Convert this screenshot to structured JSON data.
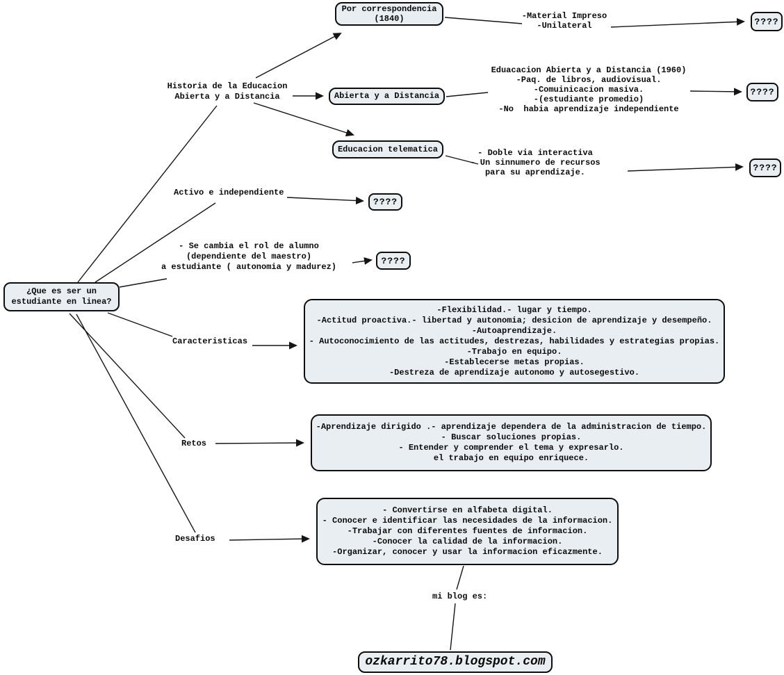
{
  "root": {
    "label": "¿Que es ser un\nestudiante en linea?"
  },
  "history": {
    "label": "Historia de la Educacion\nAbierta y a Distancia",
    "branches": {
      "correspondence": {
        "box": "Por correspondencia\n(1840)",
        "notes": "-Material Impreso\n-Unilateral",
        "target": "????"
      },
      "distance": {
        "box": "Abierta y a Distancia",
        "notes": "Eduacacion Abierta y a Distancia (1960)\n-Paq. de libros, audiovisual.\n-Comuinicacion masiva.\n-(estudiante promedio)\n-No  habia aprendizaje independiente",
        "target": "????"
      },
      "telematic": {
        "box": "Educacion telematica",
        "notes": "- Doble via interactiva\n- Un sinnumero de recursos\npara su aprendizaje.",
        "target": "????"
      }
    }
  },
  "active": {
    "label": "Activo e independiente",
    "target": "????"
  },
  "role_change": {
    "notes": "- Se cambia el rol de alumno\n(dependiente del maestro)\na estudiante ( autonomia y madurez)",
    "target": "????"
  },
  "characteristics": {
    "label": "Caracteristicas",
    "notes": "-Flexibilidad.- lugar y tiempo.\n-Actitud proactiva.- libertad y autonomia; desicion de aprendizaje y desempeño.\n-Autoaprendizaje.\n- Autoconocimiento de las actitudes, destrezas, habilidades y estrategias propias.\n-Trabajo en equipo.\n-Establecerse metas propias.\n-Destreza de aprendizaje autonomo y autosegestivo."
  },
  "retos": {
    "label": "Retos",
    "notes": "-Aprendizaje dirigido .- aprendizaje dependera de la administracion de tiempo.\n- Buscar soluciones propias.\n- Entender y comprender el tema y expresarlo.\nel trabajo en equipo enriquece."
  },
  "desafios": {
    "label": "Desafios",
    "notes": "- Convertirse en alfabeta digital.\n- Conocer e identificar las necesidades de la informacion.\n-Trabajar con diferentes fuentes de informacion.\n-Conocer la calidad de la informacion.\n-Organizar, conocer y usar la informacion eficazmente."
  },
  "blog": {
    "label": "mi blog es:",
    "url": "ozkarrito78.blogspot.com"
  },
  "colors": {
    "box_fill": "#e8eef1",
    "box_border": "#0d0d0d",
    "line": "#151515"
  }
}
